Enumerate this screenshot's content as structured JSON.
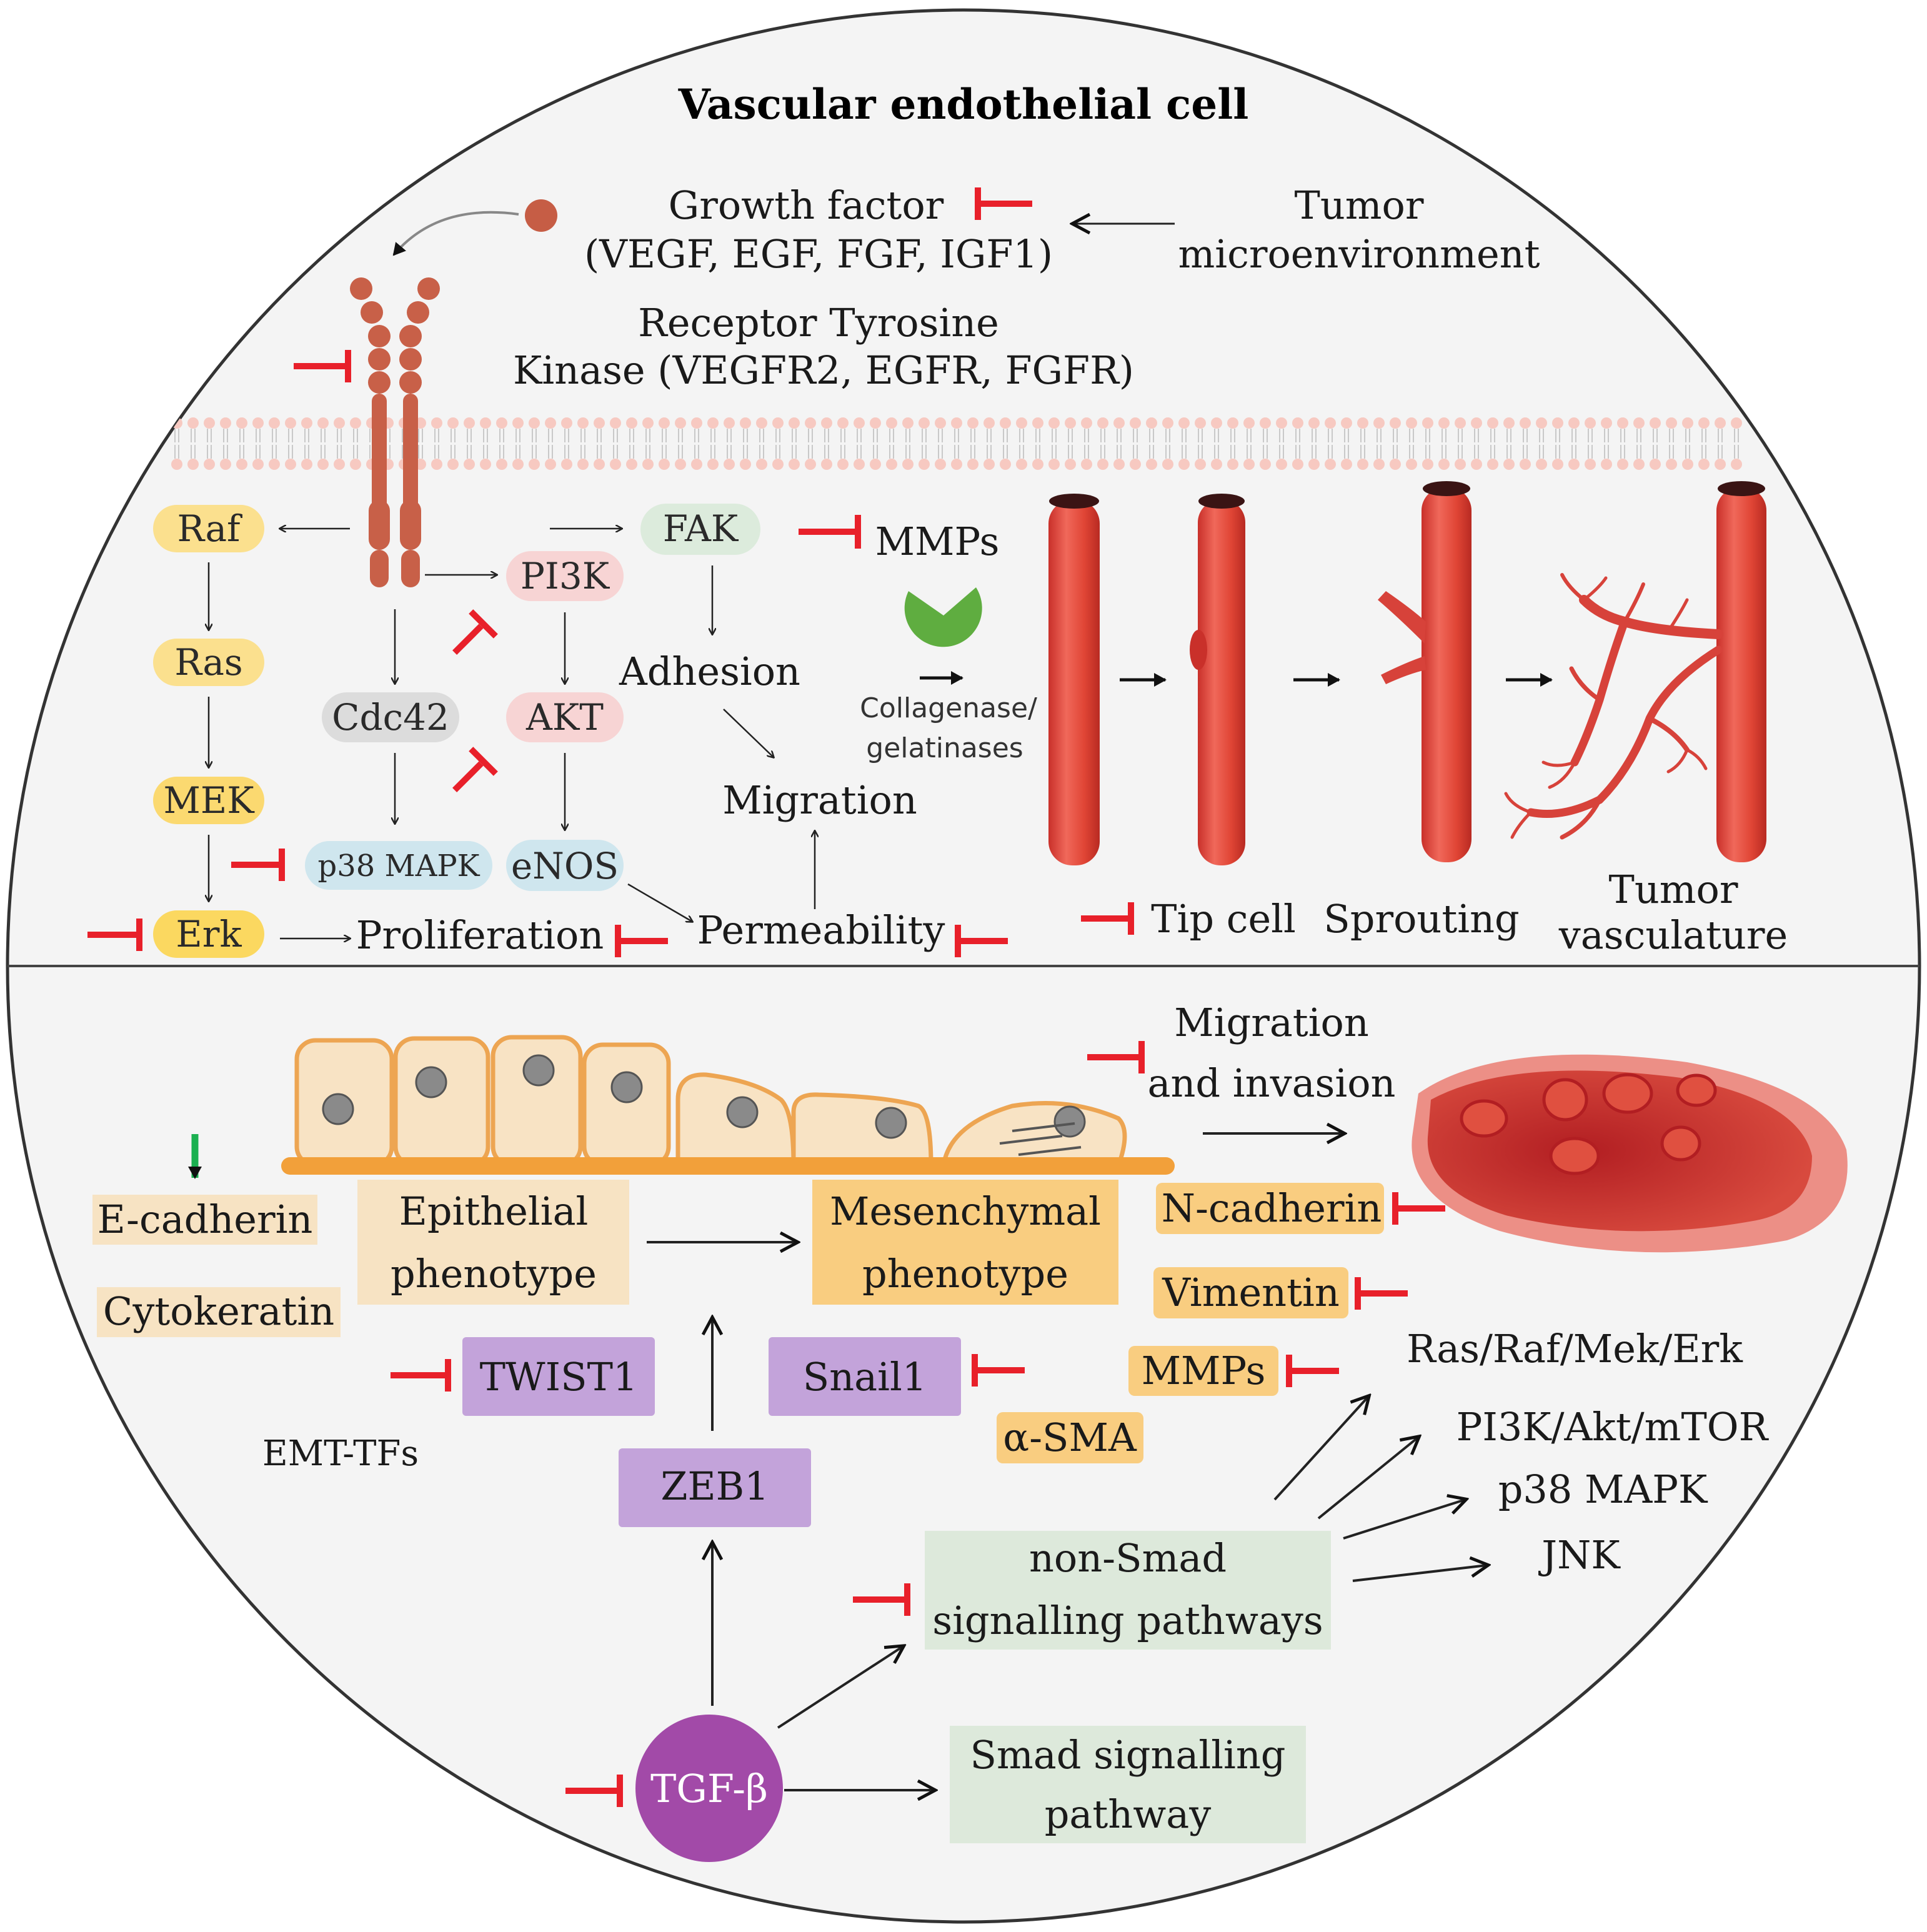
{
  "title": "Vascular endothelial cell",
  "growth_factor": {
    "line1": "Growth factor",
    "line2": "(VEGF, EGF, FGF, IGF1)"
  },
  "tumor_micro": {
    "line1": "Tumor",
    "line2": "microenvironment"
  },
  "receptor": {
    "line1": "Receptor Tyrosine",
    "line2": "Kinase (VEGFR2, EGFR, FGFR)"
  },
  "pathway_nodes": {
    "raf": "Raf",
    "ras": "Ras",
    "mek": "MEK",
    "erk": "Erk",
    "cdc42": "Cdc42",
    "p38": "p38 MAPK",
    "pi3k": "PI3K",
    "akt": "AKT",
    "enos": "eNOS",
    "fak": "FAK"
  },
  "outcomes": {
    "adhesion": "Adhesion",
    "migration": "Migration",
    "proliferation": "Proliferation",
    "permeability": "Permeability",
    "mmps": "MMPs",
    "collagenase_1": "Collagenase/",
    "collagenase_2": "gelatinases"
  },
  "vessel_stages": {
    "tip_cell": "Tip cell",
    "sprouting": "Sprouting",
    "tumor_vasc_1": "Tumor",
    "tumor_vasc_2": "vasculature"
  },
  "emt": {
    "migration_1": "Migration",
    "migration_2": "and invasion",
    "e_cadherin": "E-cadherin",
    "cytokeratin": "Cytokeratin",
    "epi_1": "Epithelial",
    "epi_2": "phenotype",
    "mes_1": "Mesenchymal",
    "mes_2": "phenotype",
    "n_cadherin": "N-cadherin",
    "vimentin": "Vimentin",
    "mmps": "MMPs",
    "twist1": "TWIST1",
    "snail1": "Snail1",
    "zeb1": "ZEB1",
    "a_sma": "α-SMA",
    "emt_tfs": "EMT-TFs",
    "ras_raf": "Ras/Raf/Mek/Erk",
    "pi3k_akt": "PI3K/Akt/mTOR",
    "p38": "p38 MAPK",
    "jnk": "JNK",
    "non_smad_1": "non-Smad",
    "non_smad_2": "signalling pathways",
    "smad_1": "Smad signalling",
    "smad_2": "pathway",
    "tgfb": "TGF-β"
  },
  "colors": {
    "inhibit": "#e8202a",
    "yellow_pill": "#fbe08e",
    "pink_pill": "#f7d4d4",
    "grey_pill": "#dcdcdc",
    "blue_pill": "#cfe6ee",
    "green_pill": "#dcebdc",
    "orange_box": "#f9cd80",
    "beige_box": "#f7e3c3",
    "purple_box": "#c3a3da",
    "tgfb": "#a24aa8",
    "green_box": "#dde9db",
    "vessel": "#e34a3c",
    "receptor": "#c86048"
  }
}
